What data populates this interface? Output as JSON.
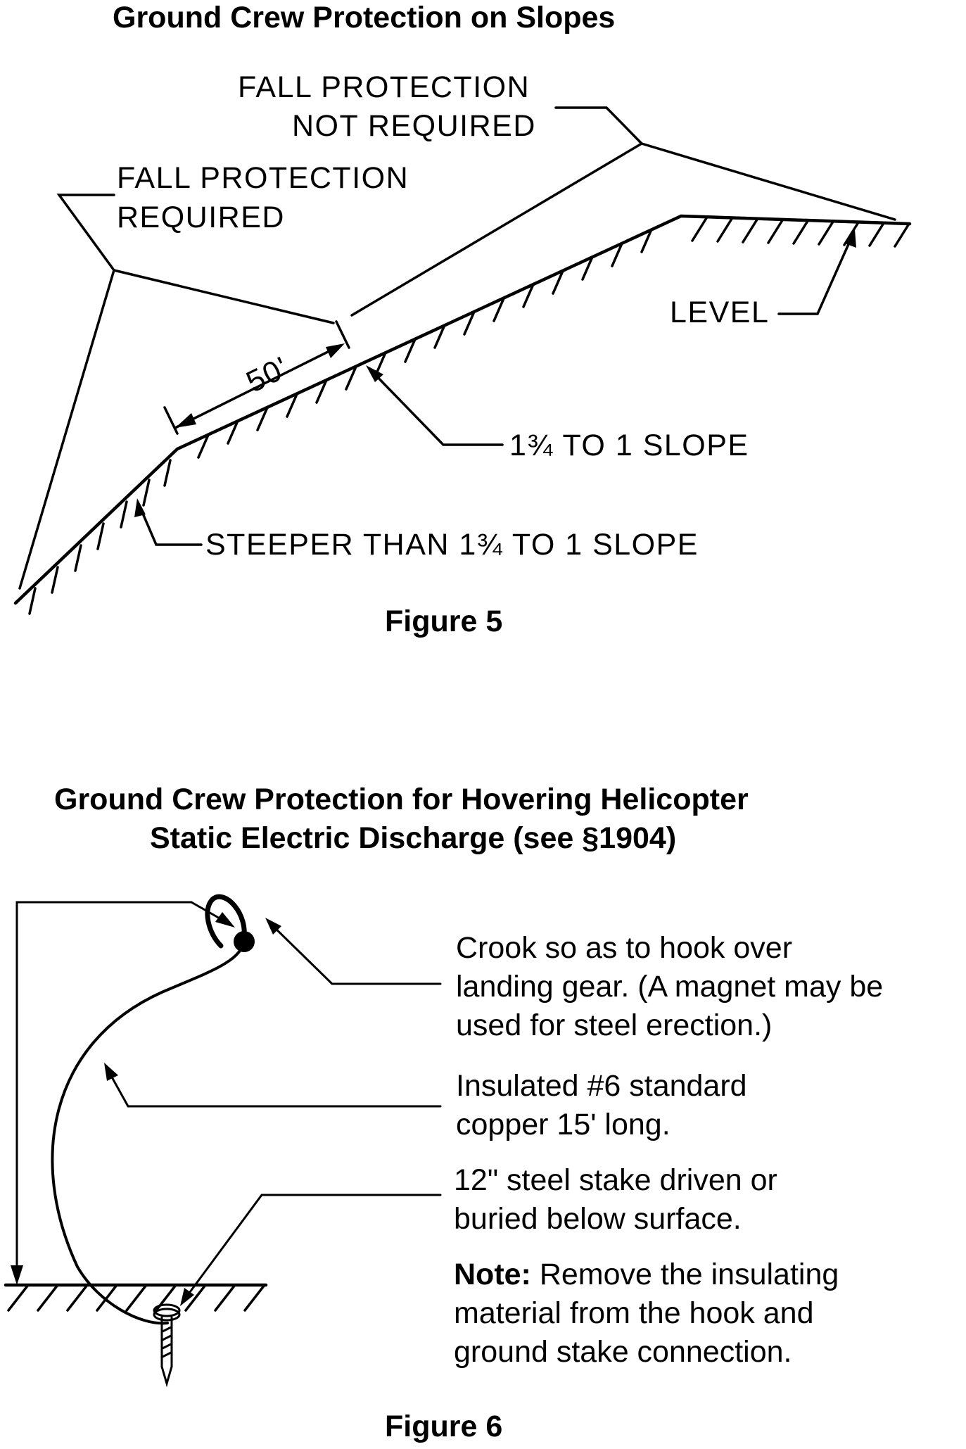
{
  "figure5": {
    "title": "Ground Crew Protection on Slopes",
    "label_not_required_1": "FALL PROTECTION",
    "label_not_required_2": "NOT REQUIRED",
    "label_required_1": "FALL PROTECTION",
    "label_required_2": "REQUIRED",
    "label_level": "LEVEL",
    "label_distance": "50'",
    "label_slope": "1¾ TO 1 SLOPE",
    "label_steeper": "STEEPER THAN 1¾ TO 1 SLOPE",
    "caption": "Figure 5"
  },
  "figure6": {
    "title_line1": "Ground Crew Protection for Hovering Helicopter",
    "title_line2": "Static Electric Discharge (see §1904)",
    "crook_line1": "Crook so as to hook over",
    "crook_line2": "landing gear. (A magnet may be",
    "crook_line3": "used for steel erection.)",
    "copper_line1": "Insulated #6 standard",
    "copper_line2": "copper 15' long.",
    "stake_line1": "12\" steel stake driven or",
    "stake_line2": "buried below surface.",
    "note_label": "Note:",
    "note_line1": " Remove the insulating",
    "note_line2": "material from the hook and",
    "note_line3": "ground stake connection.",
    "caption": "Figure 6"
  }
}
